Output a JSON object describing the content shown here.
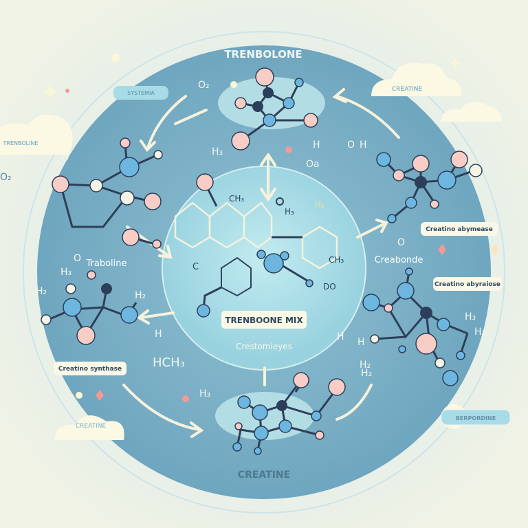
{
  "title": "TRENBOLONE",
  "center": {
    "label": "TRENBOONE MIX",
    "subtitle": "Crestomieyes"
  },
  "bottom_title": "CREATINE",
  "clouds": {
    "top_right": "CREATINE",
    "left": "TRENBOLINE",
    "bottom_left": "CREATINE"
  },
  "pills": {
    "top_left": "SYSTEMIA",
    "right_upper": "Creatino abymease",
    "right_lower": "Creatino abyraiose",
    "left": "Creatino synthase",
    "bottom_right": "BERPORDINE"
  },
  "labels": {
    "traboline": "Traboline",
    "creabonde": "Creabonde"
  },
  "chem_labels": {
    "o2_top": "O₂",
    "o2_left": "O₂",
    "h_left": "H",
    "h3_top": "H₃",
    "h_top_mid": "H",
    "o_top_mid": "O",
    "h_top_mid2": "H",
    "oa": "Oa",
    "ch3_center": "CH₃",
    "h3_center": "H₃",
    "h2_center": "H₂",
    "ch3_right": "CH₃",
    "c_center": "C",
    "do_center": "DO",
    "o_left": "O",
    "h3_left": "H₃",
    "h2_left": "H₂",
    "h2_left2": "H₂",
    "h_left2": "H",
    "hch3": "HCH₃",
    "h3_bottom": "H₃",
    "h_bottom": "H",
    "h2_bottom": "H₂",
    "o_right": "O",
    "h3_right": "H₃",
    "h3_right2": "H₃",
    "h_right": "H",
    "h2_right": "H₂"
  },
  "colors": {
    "background": "#dcecef",
    "outer_circle": "#7fb3c9",
    "inner_circle": "#a9dbe6",
    "accent_pink": "#f29a98",
    "accent_blue": "#6cb6e0"
  }
}
